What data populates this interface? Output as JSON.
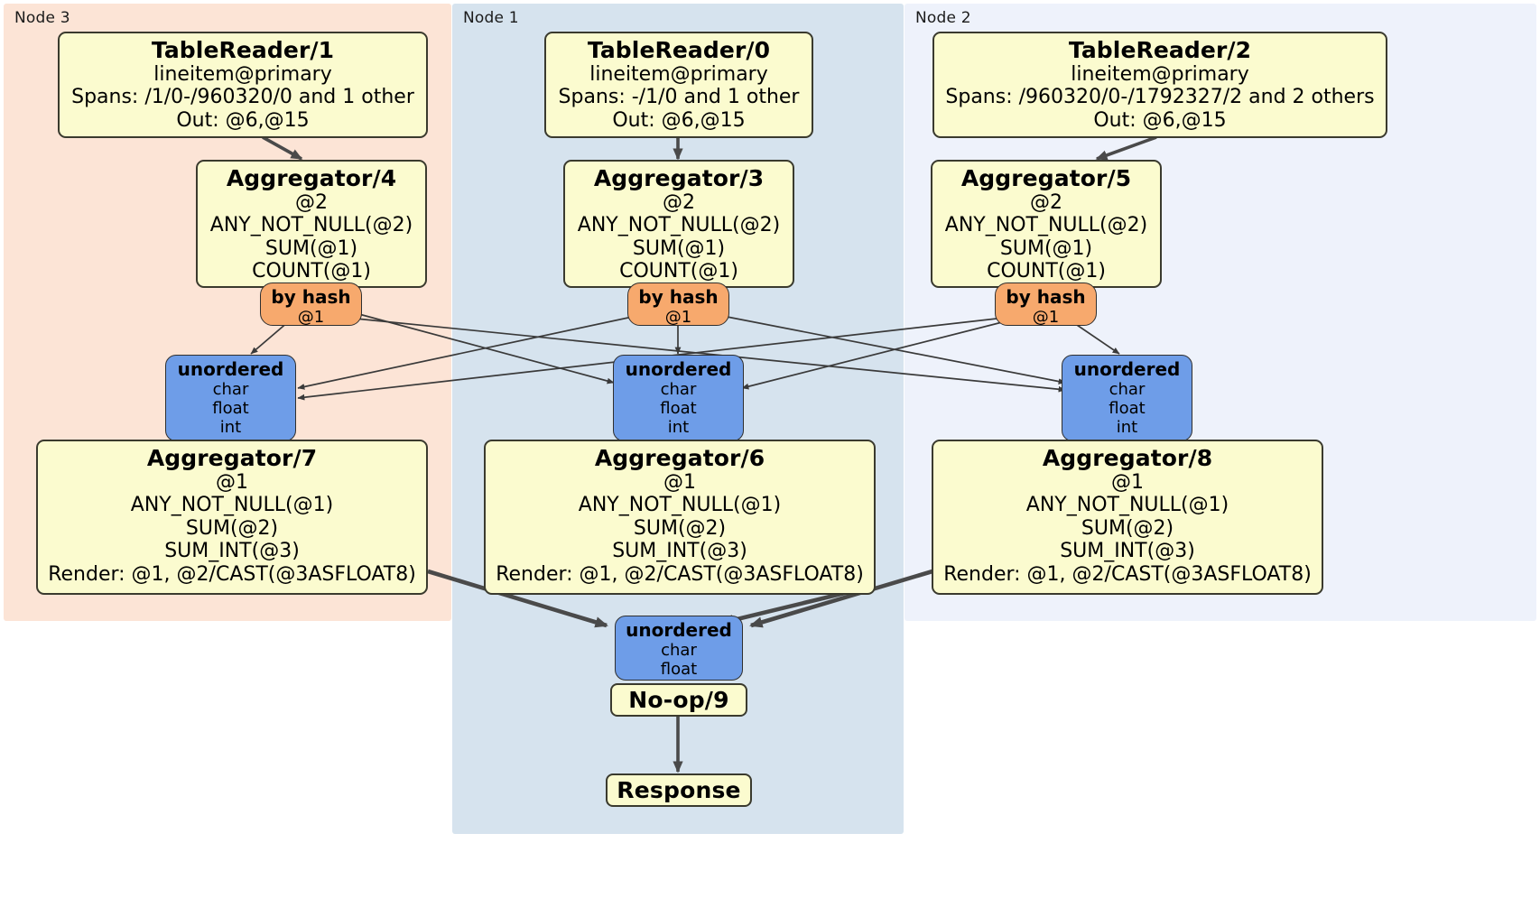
{
  "diagram": {
    "title": "Distributed query execution plan",
    "colors": {
      "node3_panel": "#fce4d6",
      "node1_panel": "#d6e3ee",
      "node2_panel": "#eef2fb",
      "processor_fill": "#fbfbcf",
      "hash_router_fill": "#f7a96d",
      "unordered_router_fill": "#6e9de8",
      "edge": "#4a4a4a",
      "border": "#3a3a2e"
    }
  },
  "nodes": [
    {
      "label": "Node 3"
    },
    {
      "label": "Node 1"
    },
    {
      "label": "Node 2"
    }
  ],
  "processors": {
    "table_reader_1": {
      "title": "TableReader/1",
      "lines": [
        "lineitem@primary",
        "Spans: /1/0-/960320/0 and 1 other",
        "Out: @6,@15"
      ]
    },
    "table_reader_0": {
      "title": "TableReader/0",
      "lines": [
        "lineitem@primary",
        "Spans: -/1/0 and 1 other",
        "Out: @6,@15"
      ]
    },
    "table_reader_2": {
      "title": "TableReader/2",
      "lines": [
        "lineitem@primary",
        "Spans: /960320/0-/1792327/2 and 2 others",
        "Out: @6,@15"
      ]
    },
    "aggregator_4": {
      "title": "Aggregator/4",
      "lines": [
        "@2",
        "ANY_NOT_NULL(@2)",
        "SUM(@1)",
        "COUNT(@1)"
      ]
    },
    "aggregator_3": {
      "title": "Aggregator/3",
      "lines": [
        "@2",
        "ANY_NOT_NULL(@2)",
        "SUM(@1)",
        "COUNT(@1)"
      ]
    },
    "aggregator_5": {
      "title": "Aggregator/5",
      "lines": [
        "@2",
        "ANY_NOT_NULL(@2)",
        "SUM(@1)",
        "COUNT(@1)"
      ]
    },
    "aggregator_7": {
      "title": "Aggregator/7",
      "lines": [
        "@1",
        "ANY_NOT_NULL(@1)",
        "SUM(@2)",
        "SUM_INT(@3)",
        "Render: @1, @2/CAST(@3ASFLOAT8)"
      ]
    },
    "aggregator_6": {
      "title": "Aggregator/6",
      "lines": [
        "@1",
        "ANY_NOT_NULL(@1)",
        "SUM(@2)",
        "SUM_INT(@3)",
        "Render: @1, @2/CAST(@3ASFLOAT8)"
      ]
    },
    "aggregator_8": {
      "title": "Aggregator/8",
      "lines": [
        "@1",
        "ANY_NOT_NULL(@1)",
        "SUM(@2)",
        "SUM_INT(@3)",
        "Render: @1, @2/CAST(@3ASFLOAT8)"
      ]
    },
    "noop_9": {
      "title": "No-op/9"
    },
    "response": {
      "title": "Response"
    }
  },
  "routers": {
    "hash_left": {
      "title": "by hash",
      "lines": [
        "@1"
      ]
    },
    "hash_center": {
      "title": "by hash",
      "lines": [
        "@1"
      ]
    },
    "hash_right": {
      "title": "by hash",
      "lines": [
        "@1"
      ]
    },
    "unordered_left": {
      "title": "unordered",
      "lines": [
        "char",
        "float",
        "int"
      ]
    },
    "unordered_center": {
      "title": "unordered",
      "lines": [
        "char",
        "float",
        "int"
      ]
    },
    "unordered_right": {
      "title": "unordered",
      "lines": [
        "char",
        "float",
        "int"
      ]
    },
    "unordered_final": {
      "title": "unordered",
      "lines": [
        "char",
        "float"
      ]
    }
  }
}
